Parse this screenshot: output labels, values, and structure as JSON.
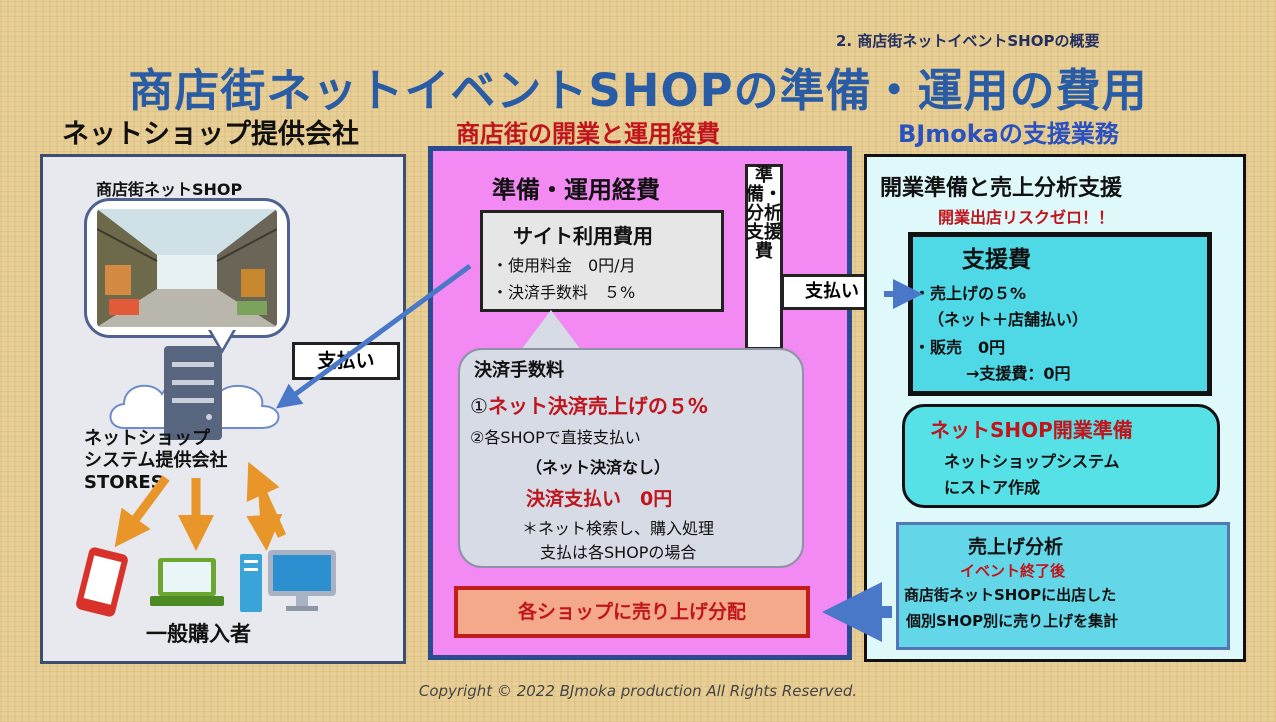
{
  "subtitle": "2. 商店街ネットイベントSHOPの概要",
  "title": "商店街ネットイベントSHOPの準備・運用の費用",
  "headings": {
    "left": "ネットショップ提供会社",
    "middle": "商店街の開業と運用経費",
    "right": "BJmokaの支援業務"
  },
  "left_panel": {
    "shop_label": "商店街ネットSHOP",
    "provider_line1": "ネットショップ",
    "provider_line2": "システム提供会社",
    "provider_line3": "STORES",
    "payment_label": "支払い",
    "buyers_label": "一般購入者"
  },
  "middle_panel": {
    "title": "準備・運用経費",
    "site_fee_title": "サイト利用費用",
    "site_fee_line1": "・使用料金　0円/月",
    "site_fee_line2": "・決済手数料　５%",
    "vertical_label": "準備・分析支援費",
    "payment_label": "支払い",
    "fee_title": "決済手数料",
    "fee_item1_prefix": "①",
    "fee_item1_text": "ネット決済売上げの５%",
    "fee_item2": "②各SHOPで直接支払い",
    "fee_item2_note": "（ネット決済なし）",
    "fee_zero": "決済支払い　0円",
    "fee_note1": "＊ネット検索し、購入処理",
    "fee_note2": "支払は各SHOPの場合",
    "distribution": "各ショップに売り上げ分配"
  },
  "right_panel": {
    "title": "開業準備と売上分析支援",
    "risk_zero": "開業出店リスクゼロ！！",
    "support_title": "支援費",
    "support_line1": "・売上げの５%",
    "support_line2": "（ネット＋店舗払い）",
    "support_line3": "・販売　0円",
    "support_line4": "→支援費：0円",
    "open_title": "ネットSHOP開業準備",
    "open_line1": "ネットショップシステム",
    "open_line2": "にストア作成",
    "sales_title": "売上げ分析",
    "sales_sub": "イベント終了後",
    "sales_line1": "商店街ネットSHOPに出店した",
    "sales_line2": "個別SHOP別に売り上げを集計"
  },
  "footer": {
    "copyright": "Copyright © 2022 BJmoka production All Rights Reserved."
  },
  "colors": {
    "title_blue": "#2a5ca6",
    "accent_red": "#c0151c",
    "middle_panel": "#f389f3",
    "right_panel": "#dff8fa",
    "support_box": "#4fd9e6",
    "arrow_blue": "#4a78c8",
    "arrow_orange": "#e8952a"
  },
  "icons": [
    "shopping-street-photo",
    "server-icon",
    "cloud-icon",
    "smartphone-icon",
    "laptop-icon",
    "desktop-pc-icon",
    "arrow-icon"
  ]
}
